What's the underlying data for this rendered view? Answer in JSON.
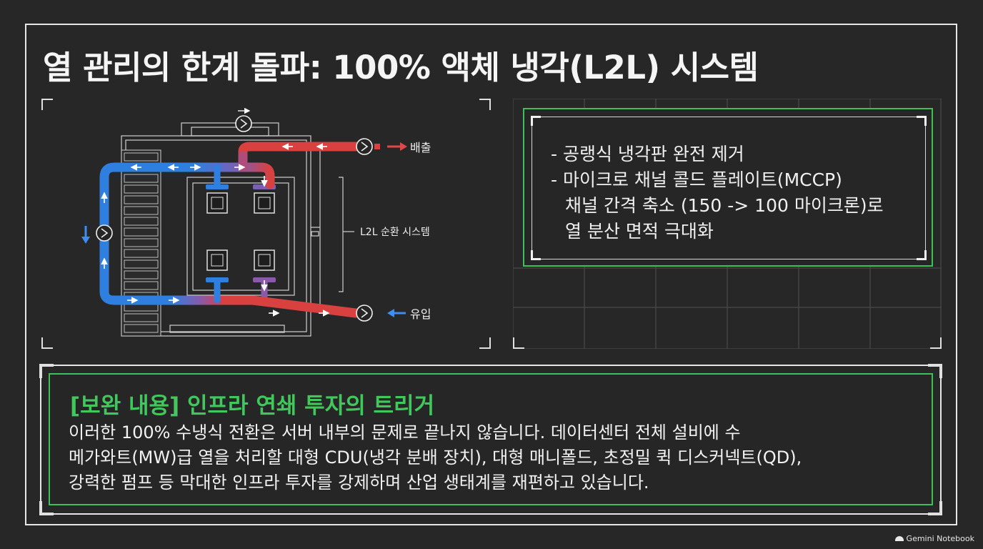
{
  "title": "열 관리의 한계 돌파: 100% 액체 냉각(L2L) 시스템",
  "diagram": {
    "outlet_label": "배출",
    "inlet_label": "유입",
    "system_label": "L2L 순환 시스템",
    "colors": {
      "cold": "#2f7fe0",
      "hot": "#d94040"
    }
  },
  "bullets": [
    {
      "text": "- 공랭식 냉각판 완전 제거"
    },
    {
      "text": "- 마이크로 채널 콜드 플레이트(MCCP)",
      "cont": [
        "채널 간격 축소 (150 -> 100 마이크론)로",
        "열 분산 면적 극대화"
      ]
    }
  ],
  "callout": {
    "title": "[보완 내용] 인프라 연쇄 투자의 트리거",
    "lines": [
      "이러한 100% 수냉식 전환은 서버 내부의 문제로 끝나지 않습니다. 데이터센터 전체 설비에 수",
      "메가와트(MW)급 열을 처리할 대형 CDU(냉각 분배 장치), 대형 매니폴드, 초정밀 퀵 디스커넥트(QD),",
      "강력한 펌프 등 막대한 인프라 투자를 강제하며 산업 생태계를 재편하고 있습니다."
    ]
  },
  "watermark": "Gemini Notebook",
  "accent_color": "#41c85c"
}
